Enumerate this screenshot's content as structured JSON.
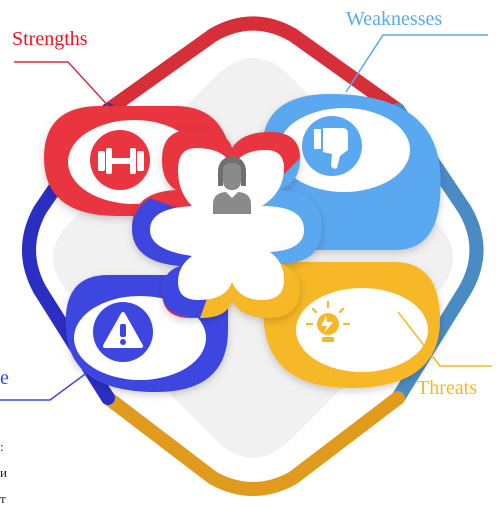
{
  "labels": {
    "strengths": "Strengths",
    "weaknesses": "Weaknesses",
    "threats": "Threats",
    "opportunities_partial": "e"
  },
  "clipped_text": {
    "line1": ":",
    "line2": "и",
    "line3": "т"
  },
  "colors": {
    "strengths": "#e8343f",
    "weaknesses": "#5aa8f0",
    "threats": "#f6b826",
    "opportunities": "#3e46e0",
    "ring_top": "#d72f3a",
    "ring_right": "#4b8bc4",
    "ring_bottom": "#e09a1e",
    "ring_left": "#2a2fc2",
    "center": "#ffffff",
    "diamond_bg": "#f1f1f2"
  },
  "icons": {
    "strengths": "dumbbell-icon",
    "weaknesses": "thumbs-down-icon",
    "threats": "lightbulb-icon",
    "opportunities": "warning-icon",
    "center": "person-icon"
  }
}
